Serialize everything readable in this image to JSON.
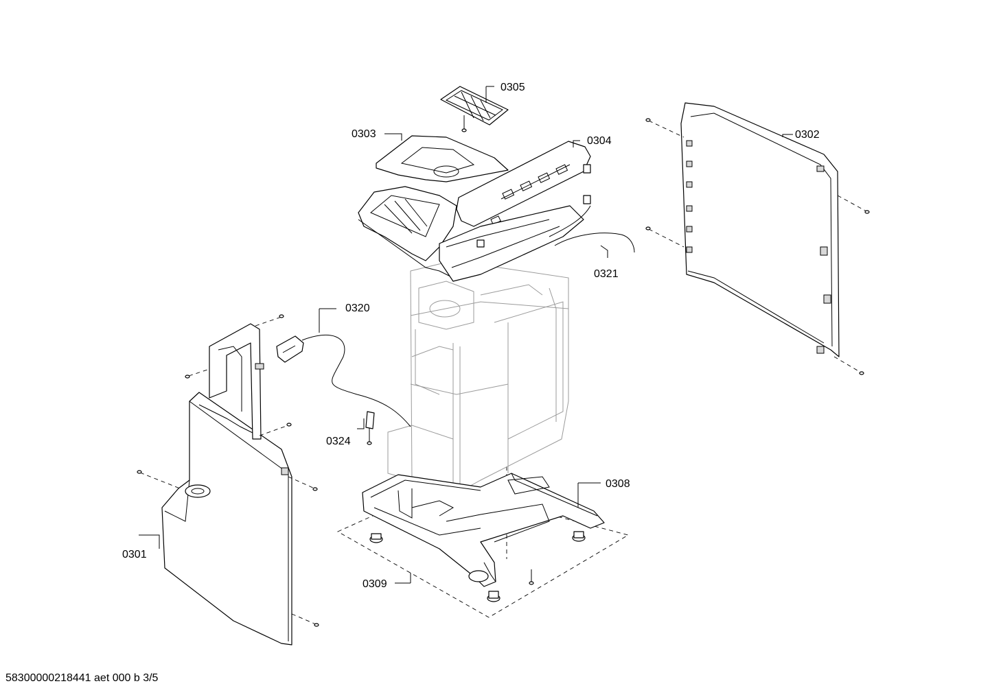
{
  "labels": {
    "p0301": "0301",
    "p0302": "0302",
    "p0303": "0303",
    "p0304": "0304",
    "p0305": "0305",
    "p0308": "0308",
    "p0309": "0309",
    "p0320": "0320",
    "p0321": "0321",
    "p0324": "0324"
  },
  "footer": {
    "document_id": "58300000218441 aet 000 b 3/5"
  }
}
